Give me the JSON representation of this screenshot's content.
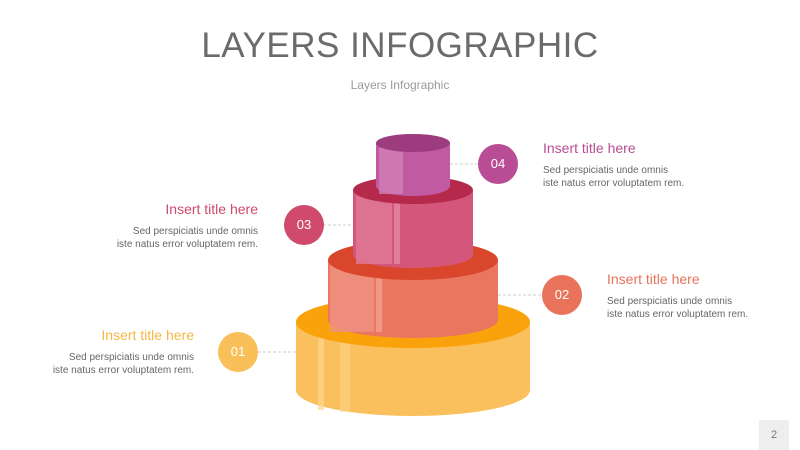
{
  "slide": {
    "title": "LAYERS INFOGRAPHIC",
    "subtitle": "Layers Infographic",
    "page_number": "2"
  },
  "layers": [
    {
      "number": "01",
      "title": "Insert title here",
      "desc_line1": "Sed perspiciatis unde omnis",
      "desc_line2": "iste natus error voluptatem rem.",
      "color": "#f9c05a"
    },
    {
      "number": "02",
      "title": "Insert title here",
      "desc_line1": "Sed perspiciatis unde omnis",
      "desc_line2": "iste natus error voluptatem rem.",
      "color": "#e8735a"
    },
    {
      "number": "03",
      "title": "Insert title here",
      "desc_line1": "Sed perspiciatis unde omnis",
      "desc_line2": "iste natus error voluptatem rem.",
      "color": "#cf4a6d"
    },
    {
      "number": "04",
      "title": "Insert title here",
      "desc_line1": "Sed perspiciatis unde omnis",
      "desc_line2": "iste natus error voluptatem rem.",
      "color": "#b84d96"
    }
  ]
}
